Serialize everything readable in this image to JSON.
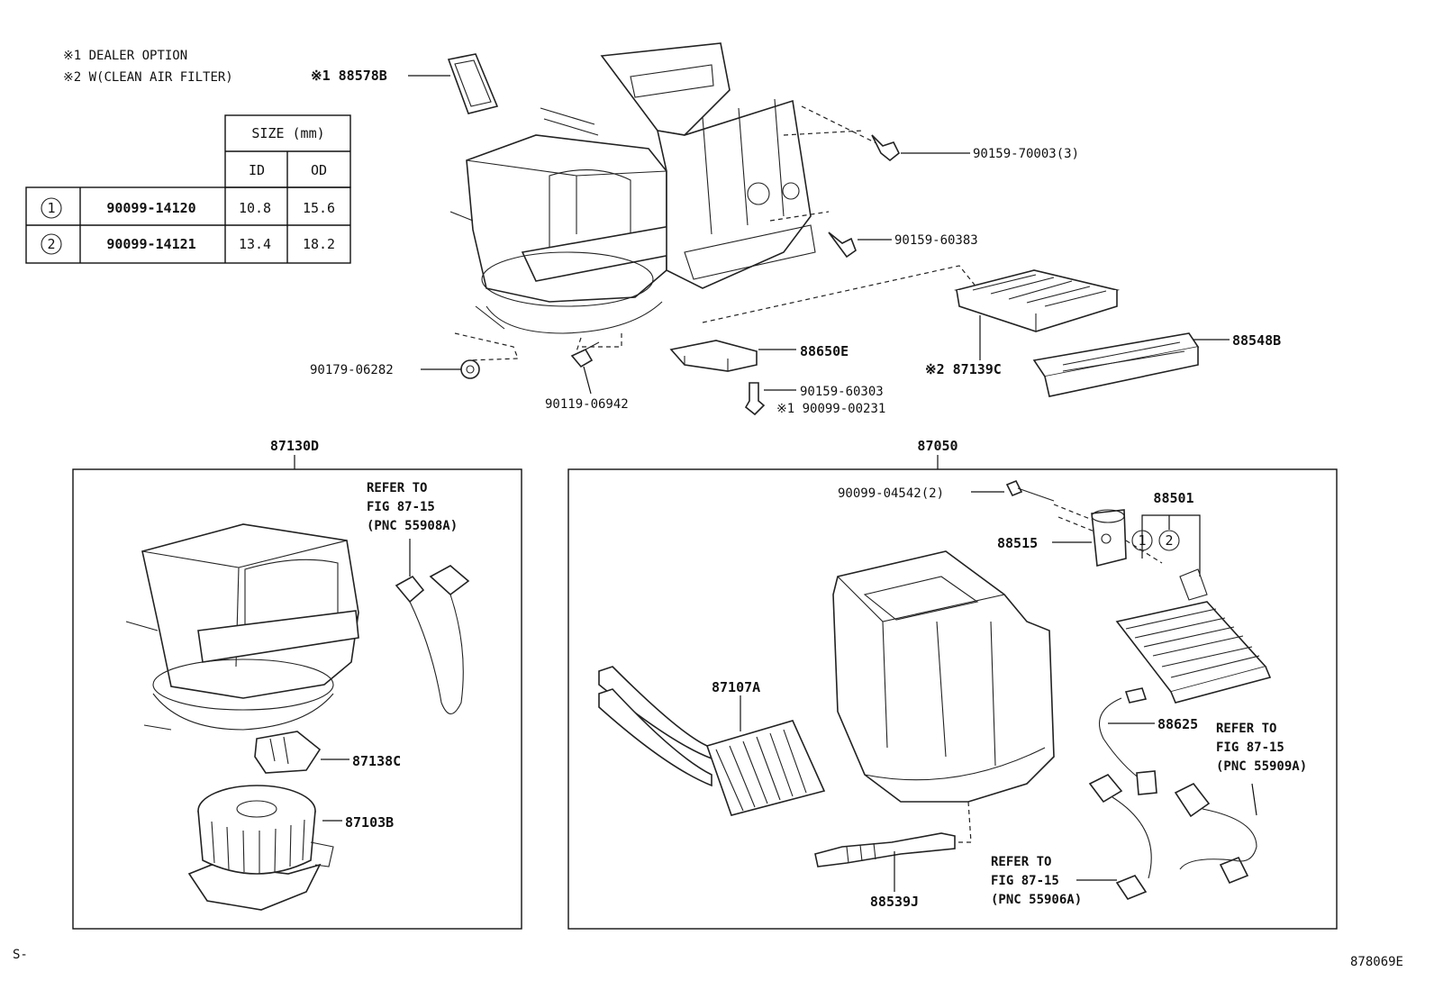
{
  "notes": {
    "dealer_option": "※1 DEALER OPTION",
    "clean_air_filter": "※2 W(CLEAN AIR FILTER)"
  },
  "size_table": {
    "header_size": "SIZE (mm)",
    "header_id": "ID",
    "header_od": "OD",
    "rows": [
      {
        "mark": "1",
        "part": "90099-14120",
        "id": "10.8",
        "od": "15.6"
      },
      {
        "mark": "2",
        "part": "90099-14121",
        "id": "13.4",
        "od": "18.2"
      }
    ]
  },
  "top_labels": {
    "p88578B": "※1 88578B",
    "p90159_70003": "90159-70003(3)",
    "p90159_60383": "90159-60383",
    "p90179_06282": "90179-06282",
    "p90119_06942": "90119-06942",
    "p88650E": "88650E",
    "p90159_60303": "90159-60303",
    "p90099_00231": "※1 90099-00231",
    "p87139C": "※2 87139C",
    "p88548B": "88548B"
  },
  "left_box": {
    "title": "87130D",
    "refer": [
      "REFER TO",
      "FIG 87-15",
      "(PNC 55908A)"
    ],
    "p87138C": "87138C",
    "p87103B": "87103B"
  },
  "right_box": {
    "title": "87050",
    "p90099_04542": "90099-04542(2)",
    "p88501": "88501",
    "p88515": "88515",
    "p87107A": "87107A",
    "p88625": "88625",
    "refer_a": [
      "REFER TO",
      "FIG 87-15",
      "(PNC 55909A)"
    ],
    "refer_b": [
      "REFER TO",
      "FIG 87-15",
      "(PNC 55906A)"
    ],
    "p88539J": "88539J",
    "mark1": "1",
    "mark2": "2"
  },
  "footer": {
    "left_code": "S-",
    "figure_code": "878069E"
  }
}
